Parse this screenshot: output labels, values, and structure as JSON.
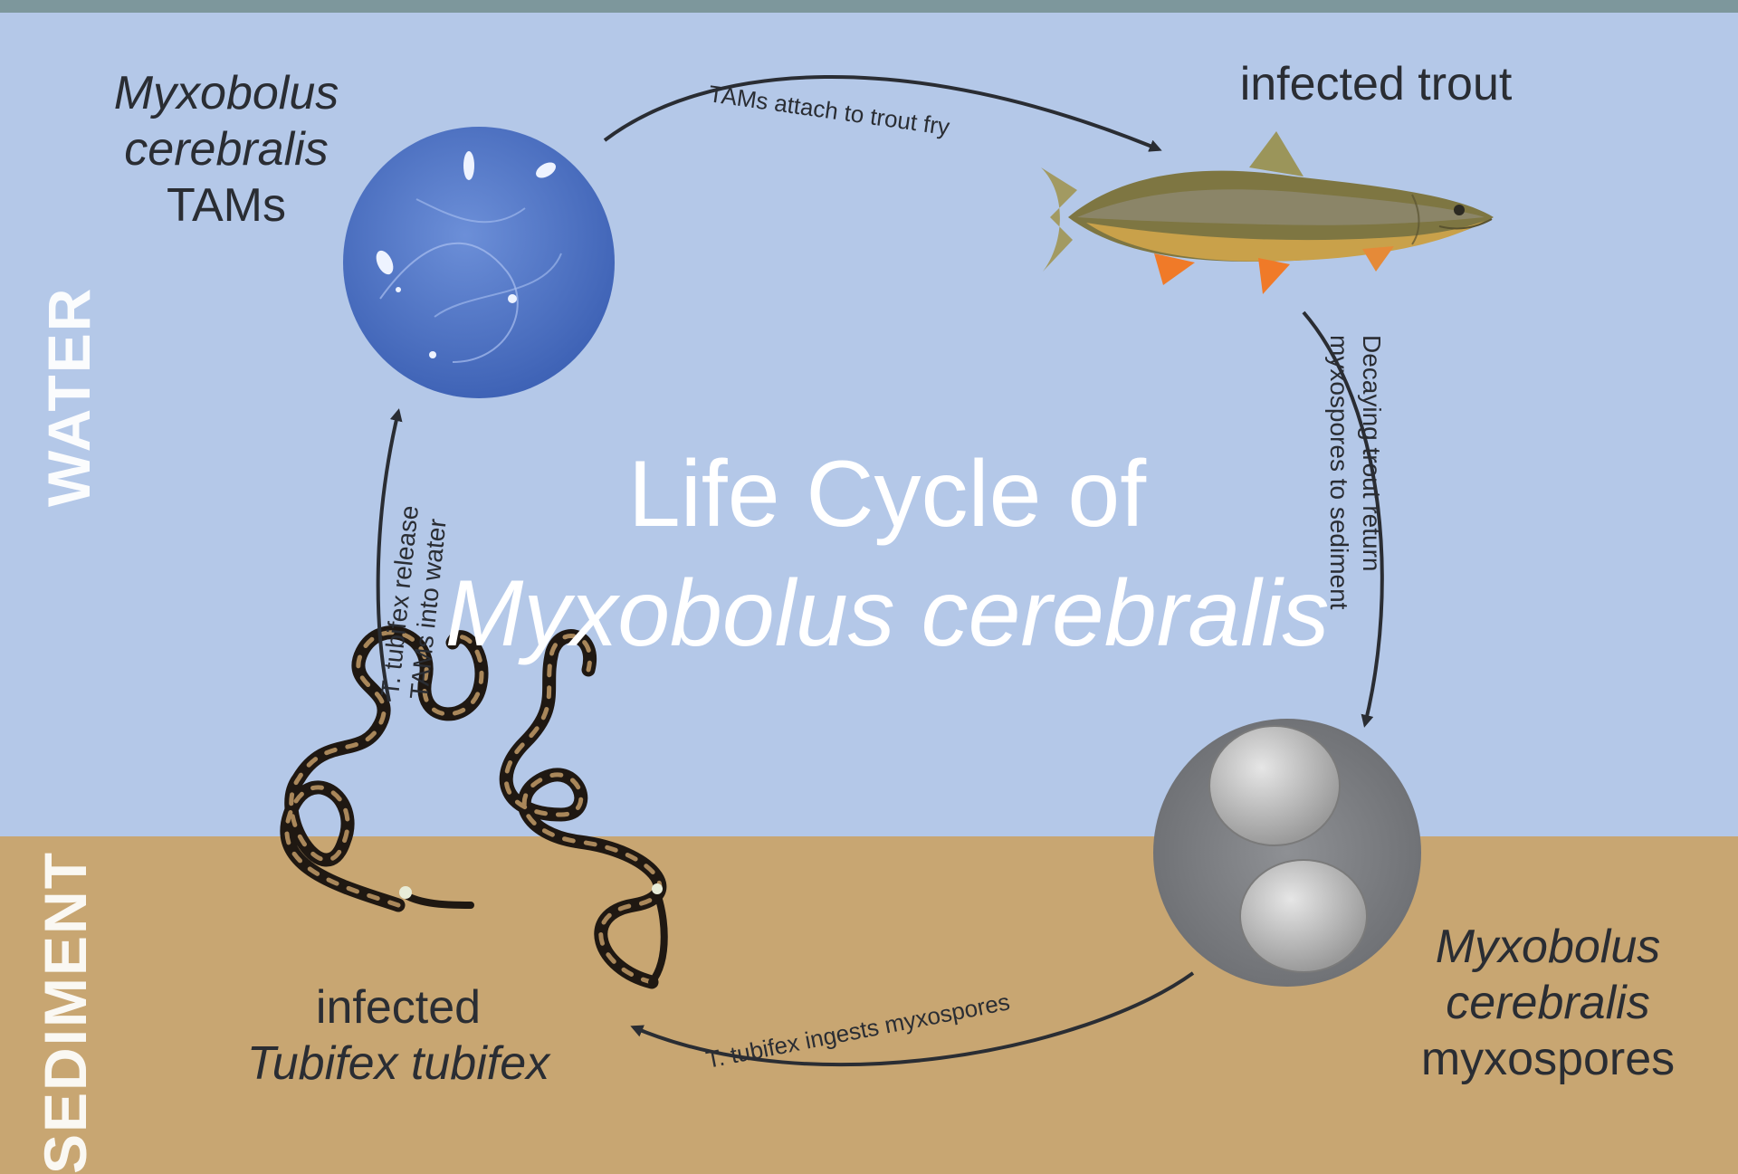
{
  "zones": {
    "water": "WATER",
    "sediment": "SEDIMENT"
  },
  "title": {
    "line1": "Life Cycle of",
    "line2": "Myxobolus cerebralis"
  },
  "stages": {
    "tams": {
      "line1": "Myxobolus",
      "line2": "cerebralis",
      "line3": "TAMs"
    },
    "trout": {
      "line1": "infected trout"
    },
    "myxospores": {
      "line1": "Myxobolus",
      "line2": "cerebralis",
      "line3": "myxospores"
    },
    "tubifex": {
      "line1": "infected",
      "line2": "Tubifex tubifex"
    }
  },
  "arrows": {
    "attach": "TAMs attach to trout fry",
    "return": {
      "line1": "Decaying trout return",
      "line2": "myxospores to sediment"
    },
    "ingest": "T. tubifex ingests myxospores",
    "release": {
      "line1": "T. tubifex release",
      "line2": "TAMs into water"
    }
  },
  "colors": {
    "water": "#b4c8e8",
    "sediment": "#c8a672",
    "tams_disc": "#4f74c4",
    "myxospore_disc": "#8a8c90",
    "arrow": "#2a2d33"
  }
}
